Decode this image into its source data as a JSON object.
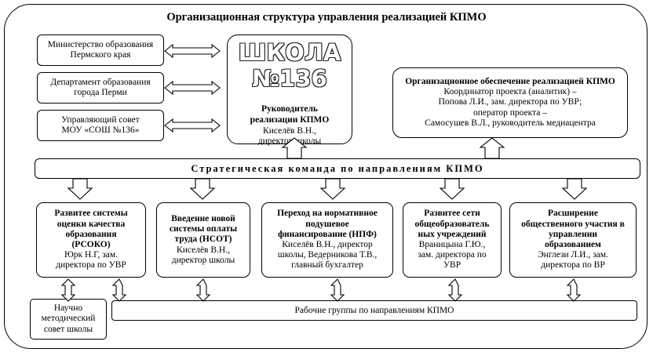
{
  "title": "Организационная структура управления реализацией КПМО",
  "left_boxes": [
    {
      "line1": "Министерство образования",
      "line2": "Пермского края"
    },
    {
      "line1": "Департамент образования",
      "line2": "города Перми"
    },
    {
      "line1": "Управляющий совет",
      "line2": "МОУ «СОШ №136»"
    }
  ],
  "school": {
    "logo": "ШКОЛА №136",
    "role_line1": "Руководитель",
    "role_line2": "реализации КПМО",
    "name": "Киселёв В.Н.,",
    "position": "директор школы"
  },
  "org_support": {
    "title": "Организационное обеспечение реализацией КПМО",
    "lines": [
      "Координатор проекта (аналитик) –",
      "Попова Л.И., зам. директора по УВР;",
      "оператор проекта –",
      "Самосушев В.Л., руководитель медиацентра"
    ]
  },
  "strategic_team": "Стратегическая команда по направлениям КПМО",
  "branches": [
    {
      "title": [
        "Развитее системы",
        "оценки качества",
        "образования",
        "(РСОКО)"
      ],
      "body": [
        "Юрк Н.Г, зам.",
        "директора по УВР"
      ]
    },
    {
      "title": [
        "Введение новой",
        "системы оплаты",
        "труда (НСОТ)"
      ],
      "body": [
        "Киселёв В.Н.,",
        "директор школы"
      ]
    },
    {
      "title": [
        "Переход на нормативное",
        "подушевое",
        "финансирование (НПФ)"
      ],
      "body": [
        "Киселёв В.Н., директор",
        "школы, Ведерникова Т.В.,",
        "главный бухгалтер"
      ]
    },
    {
      "title": [
        "Развитее сети",
        "общеобразователь",
        "ных учреждений"
      ],
      "body": [
        "Враницына Г.Ю.,",
        "зам. директора по",
        "УВР"
      ]
    },
    {
      "title": [
        "Расширение",
        "общественного участия в",
        "управлении",
        "образованием"
      ],
      "body": [
        "Энглези Л.И., зам.",
        "директора по ВР"
      ]
    }
  ],
  "methodical_council": [
    "Научно",
    "методический",
    "совет школы"
  ],
  "working_groups": "Рабочие группы по направлениям КПМО"
}
